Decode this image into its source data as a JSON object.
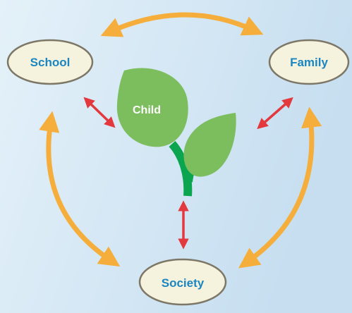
{
  "diagram": {
    "nodes": {
      "school": "School",
      "family": "Family",
      "society": "Society"
    },
    "center": "Child"
  },
  "colors": {
    "background_left": "#e3f0f8",
    "background_right": "#c9e0f1",
    "node_fill": "#f5f2dd",
    "node_stroke": "#7c7766",
    "node_text": "#1a86c2",
    "outer_arrow": "#f5ae3b",
    "inner_arrow": "#e2383e",
    "leaf": "#7cbe5e",
    "stem": "#0aa54e"
  }
}
